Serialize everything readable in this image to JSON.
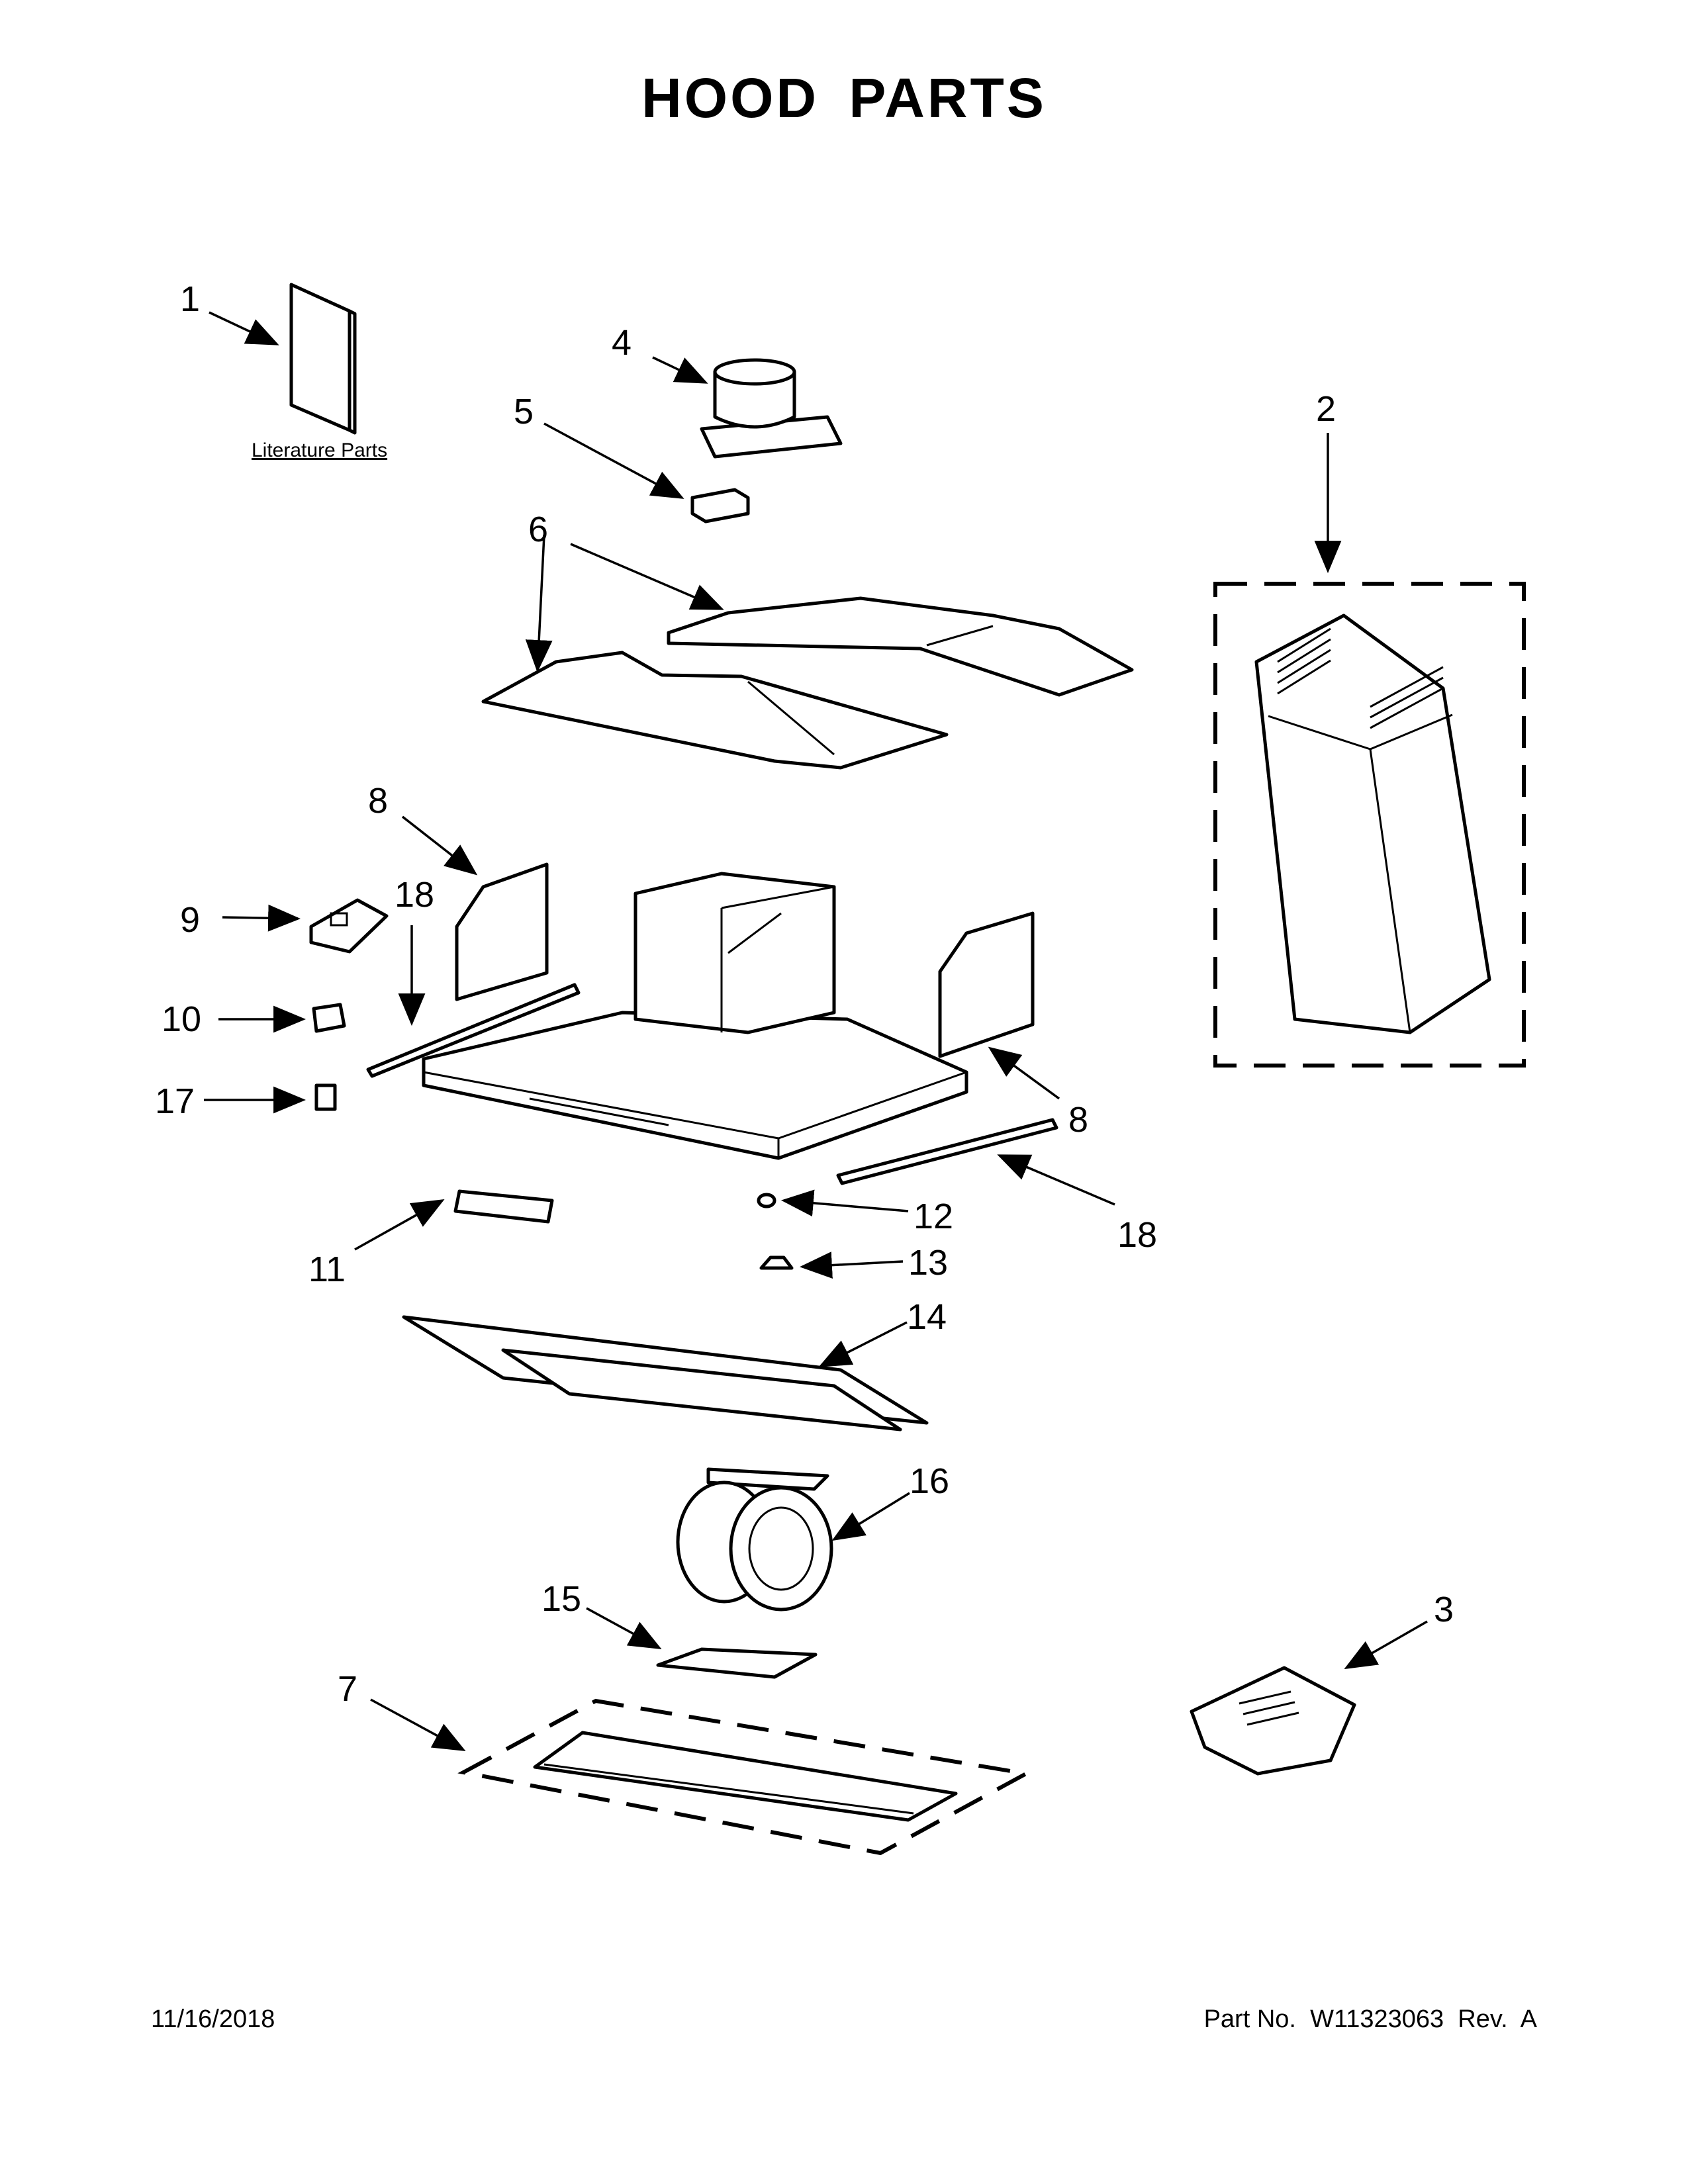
{
  "title": "HOOD PARTS",
  "literature_label": "Literature Parts",
  "callouts": {
    "c1": "1",
    "c2": "2",
    "c3": "3",
    "c4": "4",
    "c5": "5",
    "c6": "6",
    "c7": "7",
    "c8a": "8",
    "c8b": "8",
    "c9": "9",
    "c10": "10",
    "c11": "11",
    "c12": "12",
    "c13": "13",
    "c14": "14",
    "c15": "15",
    "c16": "16",
    "c17": "17",
    "c18a": "18",
    "c18b": "18"
  },
  "footer": {
    "date": "11/16/2018",
    "part_number": "Part No.  W11323063  Rev.  A"
  }
}
